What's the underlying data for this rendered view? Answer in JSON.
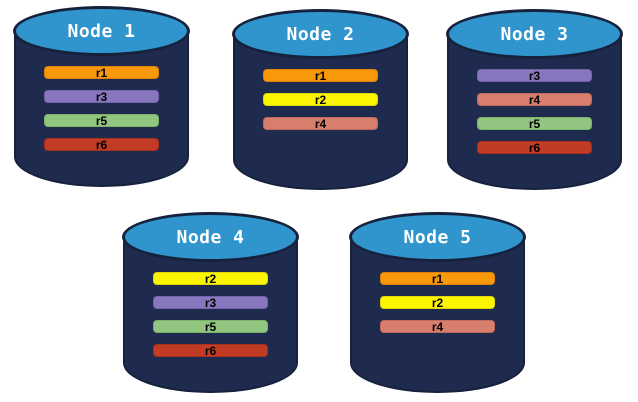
{
  "theme": {
    "page_bg": "#FFFFFF",
    "cyl_body": "#1E2B4E",
    "cyl_top": "#3095CD",
    "cyl_outline": "#16213C",
    "title_color": "#FFFFFF",
    "bar_text": "#000000"
  },
  "replica_colors": {
    "r1": {
      "fill": "#F8990B",
      "border": "#DD8207"
    },
    "r2": {
      "fill": "#FBF501",
      "border": "#DED703"
    },
    "r3": {
      "fill": "#8877BE",
      "border": "#7364A8"
    },
    "r4": {
      "fill": "#D87E6D",
      "border": "#C06A5B"
    },
    "r5": {
      "fill": "#92C57F",
      "border": "#7DB26B"
    },
    "r6": {
      "fill": "#C23B25",
      "border": "#A62F1D"
    }
  },
  "nodes": [
    {
      "label": "Node 1",
      "replicas": [
        "r1",
        "r3",
        "r5",
        "r6"
      ]
    },
    {
      "label": "Node 2",
      "replicas": [
        "r1",
        "r2",
        "r4"
      ]
    },
    {
      "label": "Node 3",
      "replicas": [
        "r3",
        "r4",
        "r5",
        "r6"
      ]
    },
    {
      "label": "Node 4",
      "replicas": [
        "r2",
        "r3",
        "r5",
        "r6"
      ]
    },
    {
      "label": "Node 5",
      "replicas": [
        "r1",
        "r2",
        "r4"
      ]
    }
  ]
}
